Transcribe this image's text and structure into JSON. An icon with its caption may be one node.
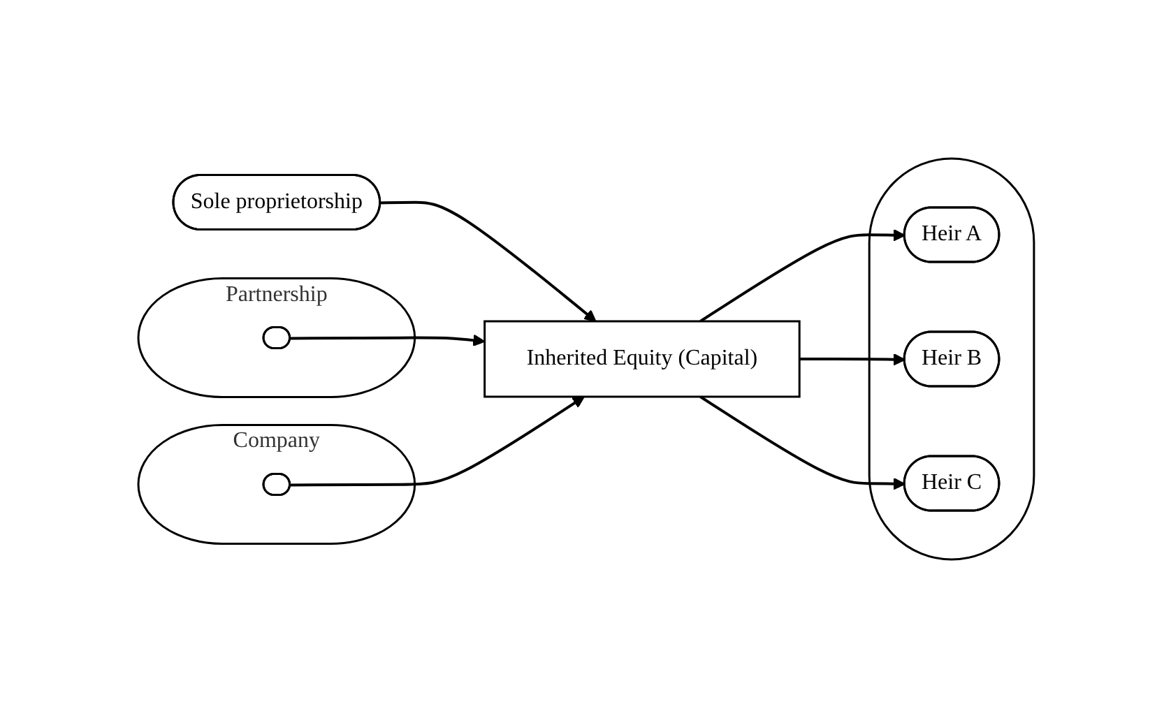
{
  "diagram": {
    "nodes": [
      {
        "text": [
          "Sole proprietorship"
        ]
      },
      {
        "text": [
          "Partnership"
        ]
      },
      {
        "text": [],
        "shape": "ellipse",
        "in": 1
      },
      {
        "text": [
          "Company"
        ]
      },
      {
        "text": [],
        "shape": "ellipse",
        "in": 3
      },
      {
        "text": [
          "Inherited Equity (Capital)"
        ]
      },
      {
        "text": [],
        "shape": "ellipse"
      },
      {
        "text": [
          "Heir A"
        ],
        "in": 6
      },
      {
        "text": [
          "Heir B"
        ],
        "in": 6
      },
      {
        "text": [
          "Heir C"
        ],
        "in": 6
      }
    ],
    "edges": [
      {
        "from": 0,
        "to": 5,
        "arrow": "to"
      },
      {
        "from": 2,
        "to": 5,
        "arrow": "to"
      },
      {
        "from": 4,
        "to": 5,
        "arrow": "to"
      },
      {
        "from": 5,
        "to": 7,
        "arrow": "to"
      },
      {
        "from": 5,
        "to": 8,
        "arrow": "to"
      },
      {
        "from": 5,
        "to": 9,
        "arrow": "to"
      }
    ]
  }
}
